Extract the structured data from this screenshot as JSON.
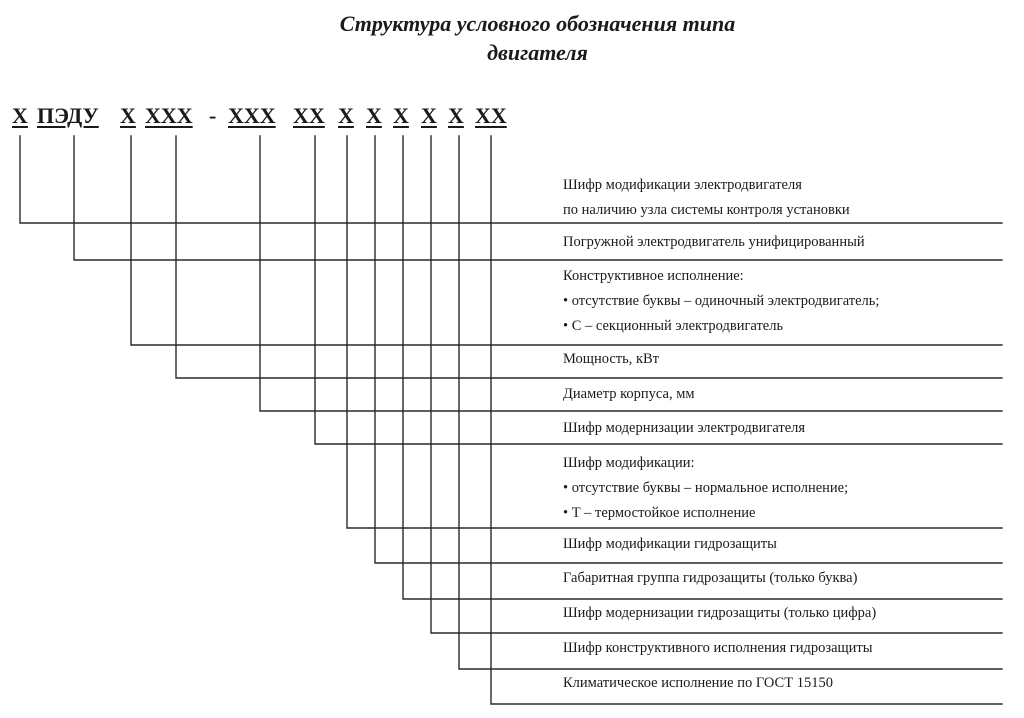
{
  "title": {
    "line1": "Структура условного обозначения типа",
    "line2": "двигателя"
  },
  "code": {
    "tokens": [
      "Х",
      "ПЭДУ",
      "Х",
      "ХХХ",
      "-",
      "ХХХ",
      "ХХ",
      "Х",
      "Х",
      "Х",
      "Х",
      "Х",
      "ХХ"
    ]
  },
  "descriptions": [
    {
      "line1": "Шифр модификации электродвигателя",
      "line2": "по наличию узла системы контроля установки"
    },
    {
      "line1": "Погружной электродвигатель унифицированный"
    },
    {
      "line1": "Конструктивное исполнение:",
      "line2": "• отсутствие буквы – одиночный электродвигатель;",
      "line3": "• С – секционный электродвигатель"
    },
    {
      "line1": "Мощность, кВт"
    },
    {
      "line1": "Диаметр корпуса, мм"
    },
    {
      "line1": "Шифр модернизации электродвигателя"
    },
    {
      "line1": "Шифр модификации:",
      "line2": "• отсутствие буквы – нормальное исполнение;",
      "line3": "• Т – термостойкое исполнение"
    },
    {
      "line1": "Шифр модификации гидрозащиты"
    },
    {
      "line1": "Габаритная группа гидрозащиты (только буква)"
    },
    {
      "line1": "Шифр модернизации гидрозащиты (только цифра)"
    },
    {
      "line1": "Шифр конструктивного исполнения гидрозащиты"
    },
    {
      "line1": "Климатическое исполнение по ГОСТ 15150"
    }
  ]
}
